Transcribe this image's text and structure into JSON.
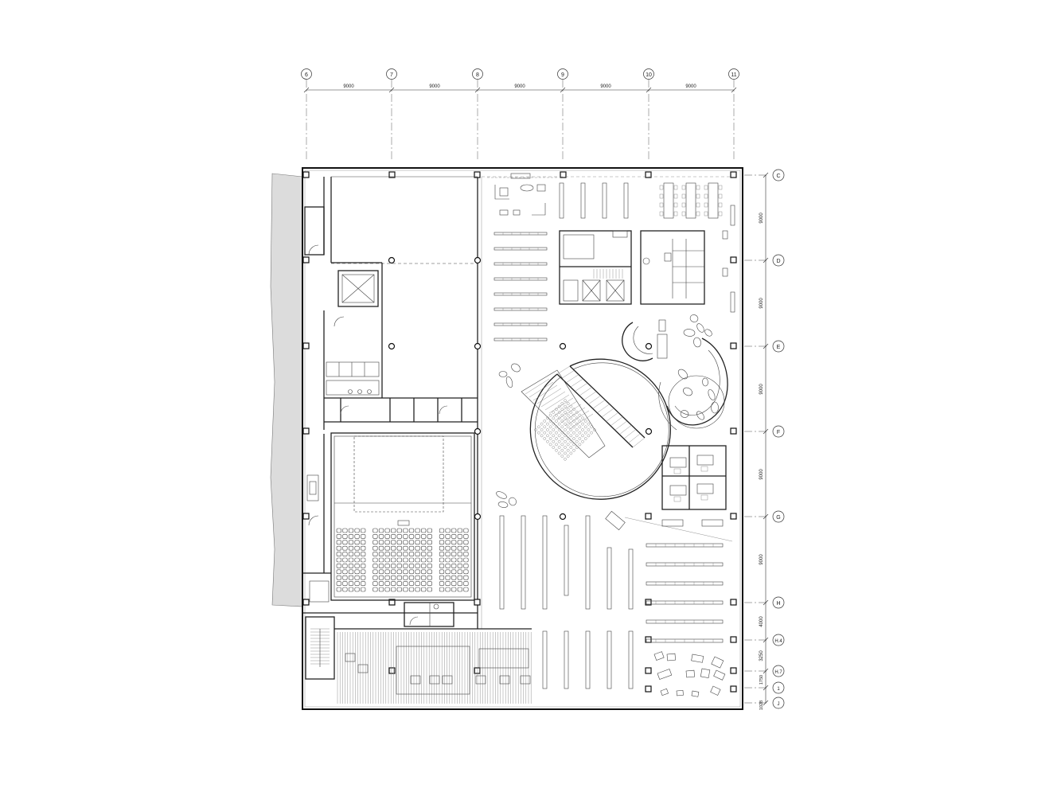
{
  "drawing": {
    "type": "architectural floor plan",
    "top_axes": [
      "6",
      "7",
      "8",
      "9",
      "10",
      "11"
    ],
    "top_dimensions": [
      "9000",
      "9000",
      "9000",
      "9000",
      "9000"
    ],
    "right_axes": [
      "C",
      "D",
      "E",
      "F",
      "G",
      "H",
      "H.4",
      "H.7",
      "1",
      "J"
    ],
    "right_dimensions": [
      "9000",
      "9000",
      "9000",
      "9000",
      "9000",
      "4000",
      "3250",
      "1750",
      "1028"
    ]
  }
}
